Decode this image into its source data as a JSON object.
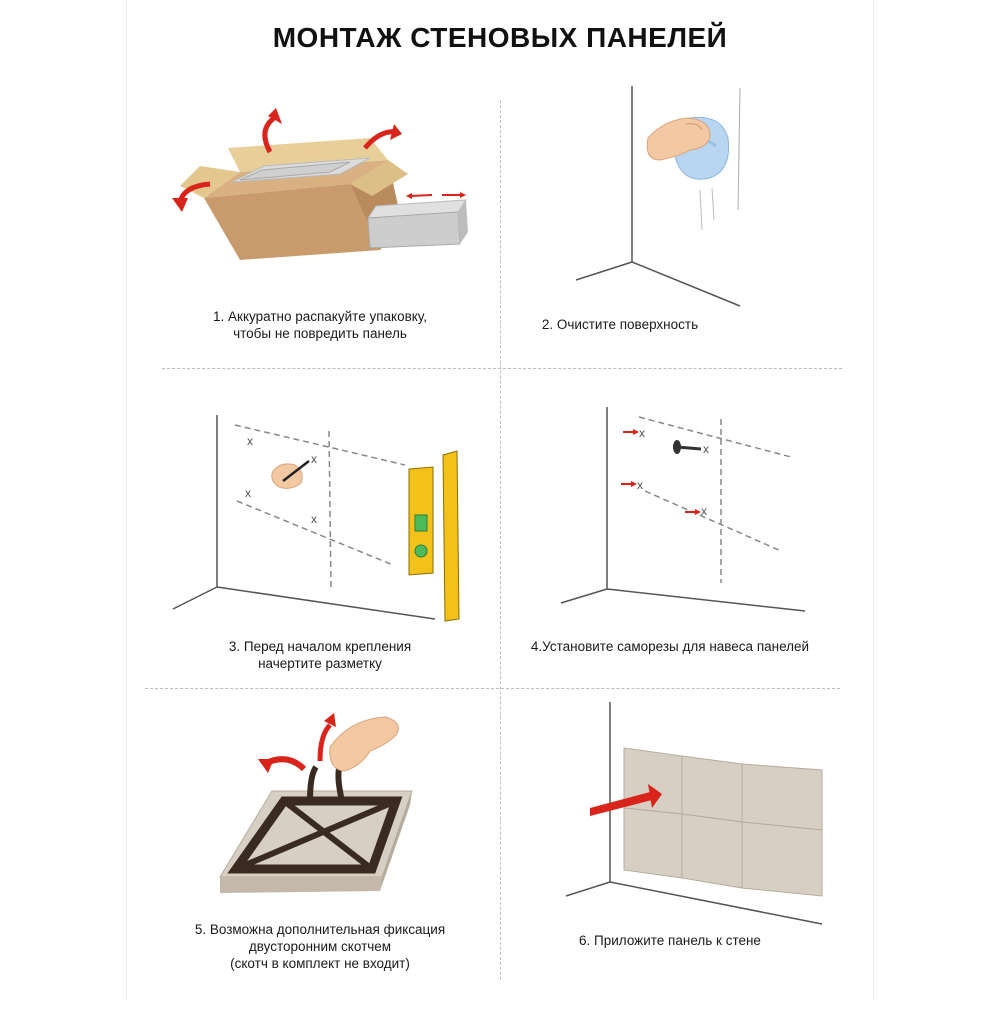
{
  "title": "МОНТАЖ СТЕНОВЫХ ПАНЕЛЕЙ",
  "steps": [
    {
      "lines": [
        "1. Аккуратно распакуйте упаковку,",
        "чтобы не повредить панель"
      ]
    },
    {
      "lines": [
        "2. Очистите поверхность"
      ]
    },
    {
      "lines": [
        "3. Перед началом крепления",
        "начертите разметку"
      ]
    },
    {
      "lines": [
        "4.Установите саморезы для навеса панелей"
      ]
    },
    {
      "lines": [
        "5. Возможна дополнительная фиксация",
        "двусторонним скотчем",
        "(скотч в комплект не входит)"
      ]
    },
    {
      "lines": [
        "6. Приложите панель к стене"
      ]
    }
  ],
  "colors": {
    "arrow": "#d9241c",
    "box": "#c89a6c",
    "panel": "#d8cfc4",
    "level": "#f2c21b",
    "line": "#444444",
    "dash": "#bdbdbd"
  }
}
